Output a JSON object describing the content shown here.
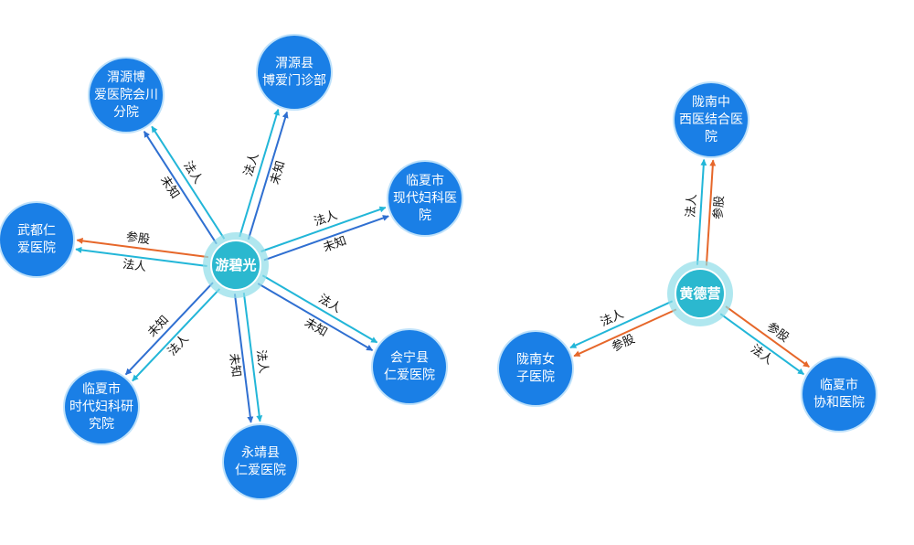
{
  "colors": {
    "node": "#1a7fe6",
    "node_outline": "#7ec3f5",
    "center": "#2bb8cf",
    "center_halo": "#8fdde8",
    "legal_person": "#22b6d8",
    "unknown": "#2f6fd1",
    "shareholding": "#e6672a"
  },
  "clusters": [
    {
      "center": {
        "id": "you",
        "label": "游碧光"
      },
      "nodes": [
        {
          "id": "n1",
          "lines": [
            "渭源博",
            "爱医院会川",
            "分院"
          ],
          "edges": [
            {
              "label": "未知",
              "type": "unknown"
            },
            {
              "label": "法人",
              "type": "legal_person"
            }
          ]
        },
        {
          "id": "n2",
          "lines": [
            "渭源县",
            "博爱门诊部"
          ],
          "edges": [
            {
              "label": "法人",
              "type": "legal_person"
            },
            {
              "label": "未知",
              "type": "unknown"
            }
          ]
        },
        {
          "id": "n3",
          "lines": [
            "临夏市",
            "现代妇科医",
            "院"
          ],
          "edges": [
            {
              "label": "法人",
              "type": "legal_person"
            },
            {
              "label": "未知",
              "type": "unknown"
            }
          ]
        },
        {
          "id": "n4",
          "lines": [
            "武都仁",
            "爱医院"
          ],
          "edges": [
            {
              "label": "法人",
              "type": "legal_person"
            },
            {
              "label": "参股",
              "type": "shareholding"
            }
          ]
        },
        {
          "id": "n5",
          "lines": [
            "会宁县",
            "仁爱医院"
          ],
          "edges": [
            {
              "label": "法人",
              "type": "legal_person"
            },
            {
              "label": "未知",
              "type": "unknown"
            }
          ]
        },
        {
          "id": "n6",
          "lines": [
            "临夏市",
            "时代妇科研",
            "究院"
          ],
          "edges": [
            {
              "label": "法人",
              "type": "legal_person"
            },
            {
              "label": "未知",
              "type": "unknown"
            }
          ]
        },
        {
          "id": "n7",
          "lines": [
            "永靖县",
            "仁爱医院"
          ],
          "edges": [
            {
              "label": "法人",
              "type": "legal_person"
            },
            {
              "label": "未知",
              "type": "unknown"
            }
          ]
        }
      ]
    },
    {
      "center": {
        "id": "huang",
        "label": "黄德营"
      },
      "nodes": [
        {
          "id": "n8",
          "lines": [
            "陇南中",
            "西医结合医",
            "院"
          ],
          "edges": [
            {
              "label": "法人",
              "type": "legal_person"
            },
            {
              "label": "参股",
              "type": "shareholding"
            }
          ]
        },
        {
          "id": "n9",
          "lines": [
            "陇南女",
            "子医院"
          ],
          "edges": [
            {
              "label": "参股",
              "type": "shareholding"
            },
            {
              "label": "法人",
              "type": "legal_person"
            }
          ]
        },
        {
          "id": "n10",
          "lines": [
            "临夏市",
            "协和医院"
          ],
          "edges": [
            {
              "label": "参股",
              "type": "shareholding"
            },
            {
              "label": "法人",
              "type": "legal_person"
            }
          ]
        }
      ]
    }
  ]
}
